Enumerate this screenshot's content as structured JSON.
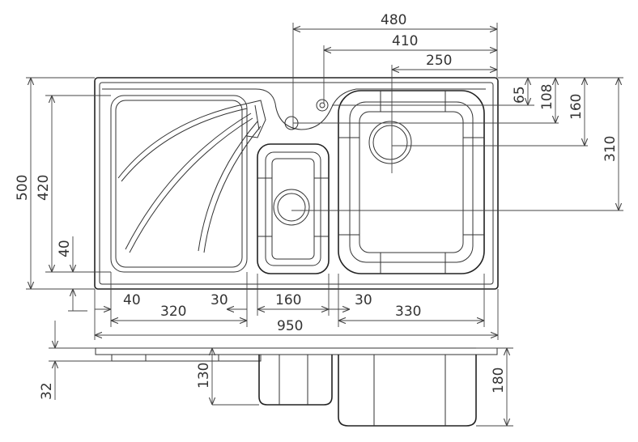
{
  "dimensions": {
    "top": {
      "d480": "480",
      "d410": "410",
      "d250": "250"
    },
    "right": {
      "d65": "65",
      "d108": "108",
      "d160": "160",
      "d310": "310"
    },
    "left": {
      "d500": "500",
      "d420": "420",
      "d40v": "40"
    },
    "bottom": {
      "d40": "40",
      "d320": "320",
      "d30a": "30",
      "d160": "160",
      "d30b": "30",
      "d330": "330",
      "d950": "950"
    },
    "side_view": {
      "d32": "32",
      "d130": "130",
      "d180": "180"
    }
  },
  "colors": {
    "line": "#333333",
    "background": "#ffffff"
  }
}
